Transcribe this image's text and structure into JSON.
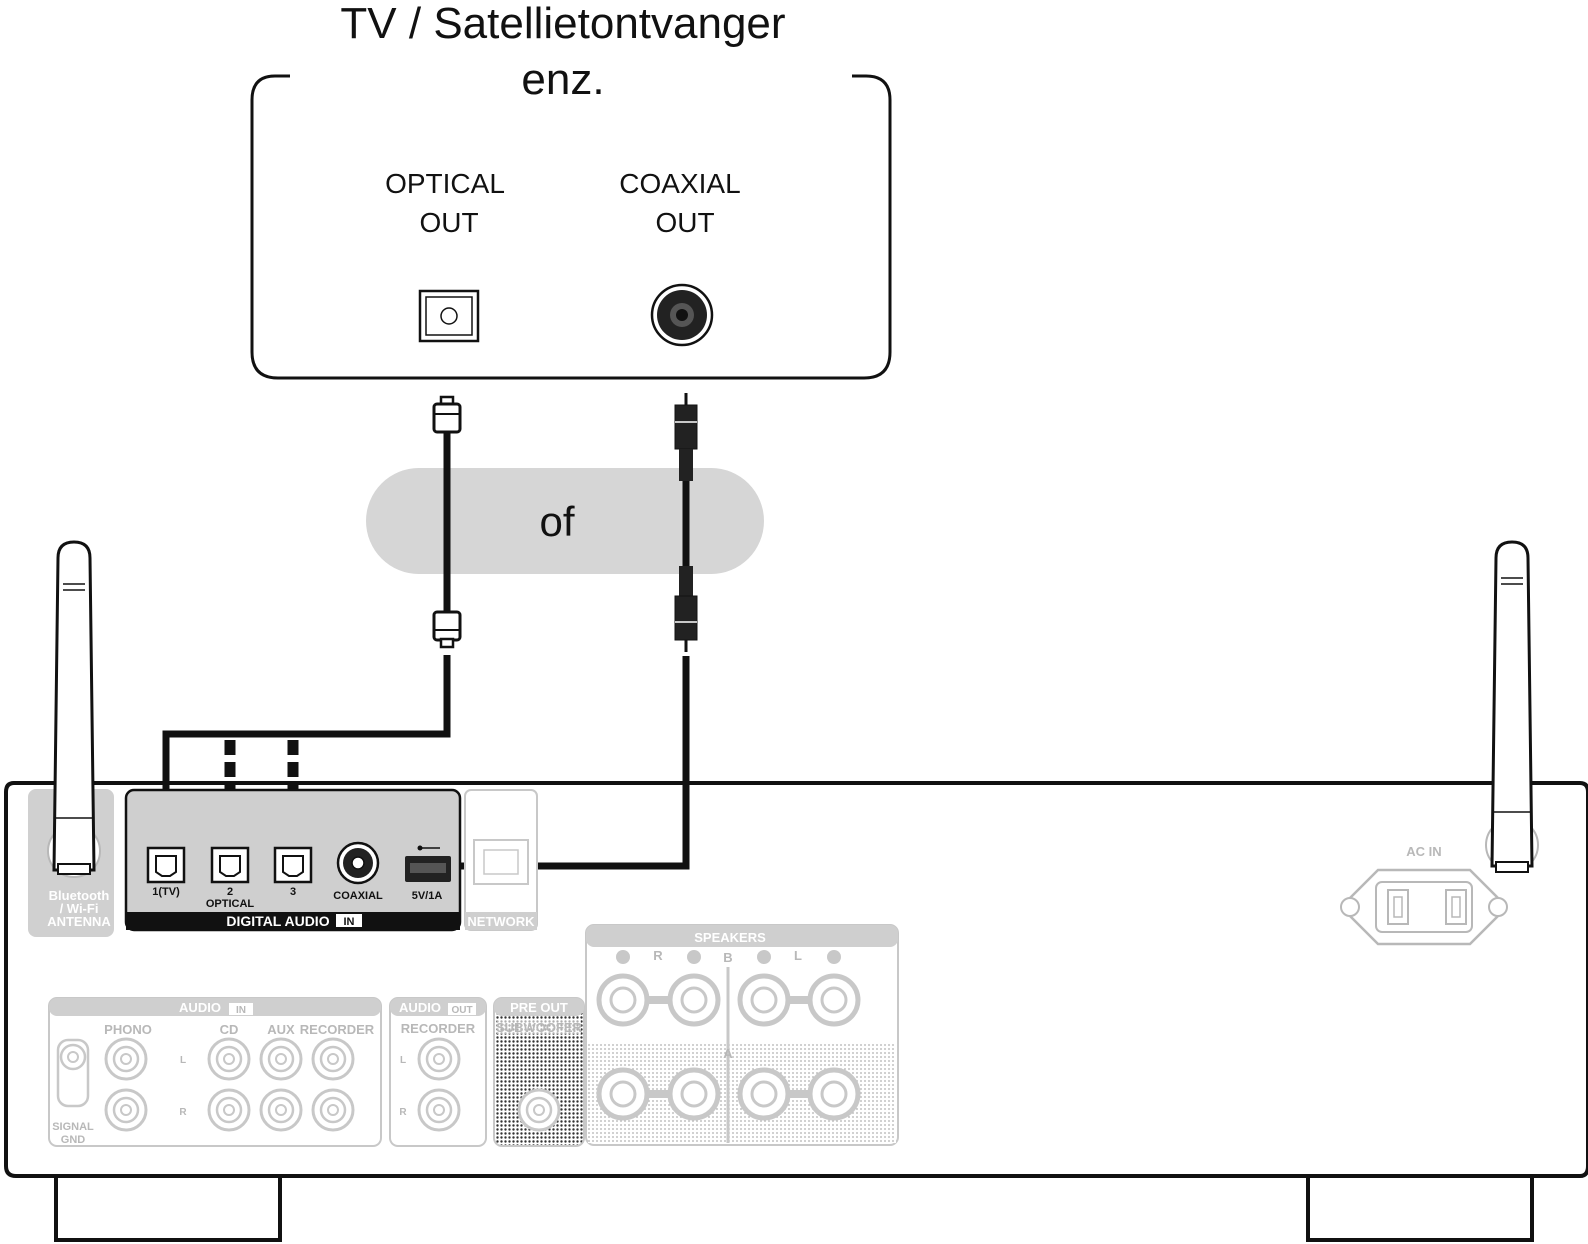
{
  "source_device": {
    "title_line1": "TV / Satellietontvanger",
    "title_line2": "enz.",
    "optical_out_line1": "OPTICAL",
    "optical_out_line2": "OUT",
    "coaxial_out_line1": "COAXIAL",
    "coaxial_out_line2": "OUT"
  },
  "or_label": "of",
  "receiver": {
    "antenna_label_line1": "Bluetooth",
    "antenna_label_line2": "/ Wi-Fi",
    "antenna_label_line3": "ANTENNA",
    "digital_audio_label": "DIGITAL AUDIO",
    "digital_audio_in_badge": "IN",
    "optical_1": "1(TV)",
    "optical_2": "2",
    "optical_label": "OPTICAL",
    "optical_3": "3",
    "coaxial": "COAXIAL",
    "usb_rating": "5V/1A",
    "network": "NETWORK",
    "ac_in": "AC IN",
    "speakers": "SPEAKERS",
    "speakers_b": "B",
    "speakers_a": "A",
    "speakers_r": "R",
    "speakers_l": "L",
    "audio_in": "AUDIO",
    "audio_in_badge": "IN",
    "phono": "PHONO",
    "cd": "CD",
    "aux": "AUX",
    "recorder": "RECORDER",
    "signal_gnd_line1": "SIGNAL",
    "signal_gnd_line2": "GND",
    "channel_l": "L",
    "channel_r": "R",
    "audio_out": "AUDIO",
    "audio_out_badge": "OUT",
    "recorder_out": "RECORDER",
    "pre_out": "PRE OUT",
    "subwoofer": "SUBWOOFER"
  },
  "colors": {
    "line": "#111111",
    "muted": "#b8b8b8",
    "or_pill": "#d6d6d6",
    "digital_panel": "#cfcfcf"
  }
}
